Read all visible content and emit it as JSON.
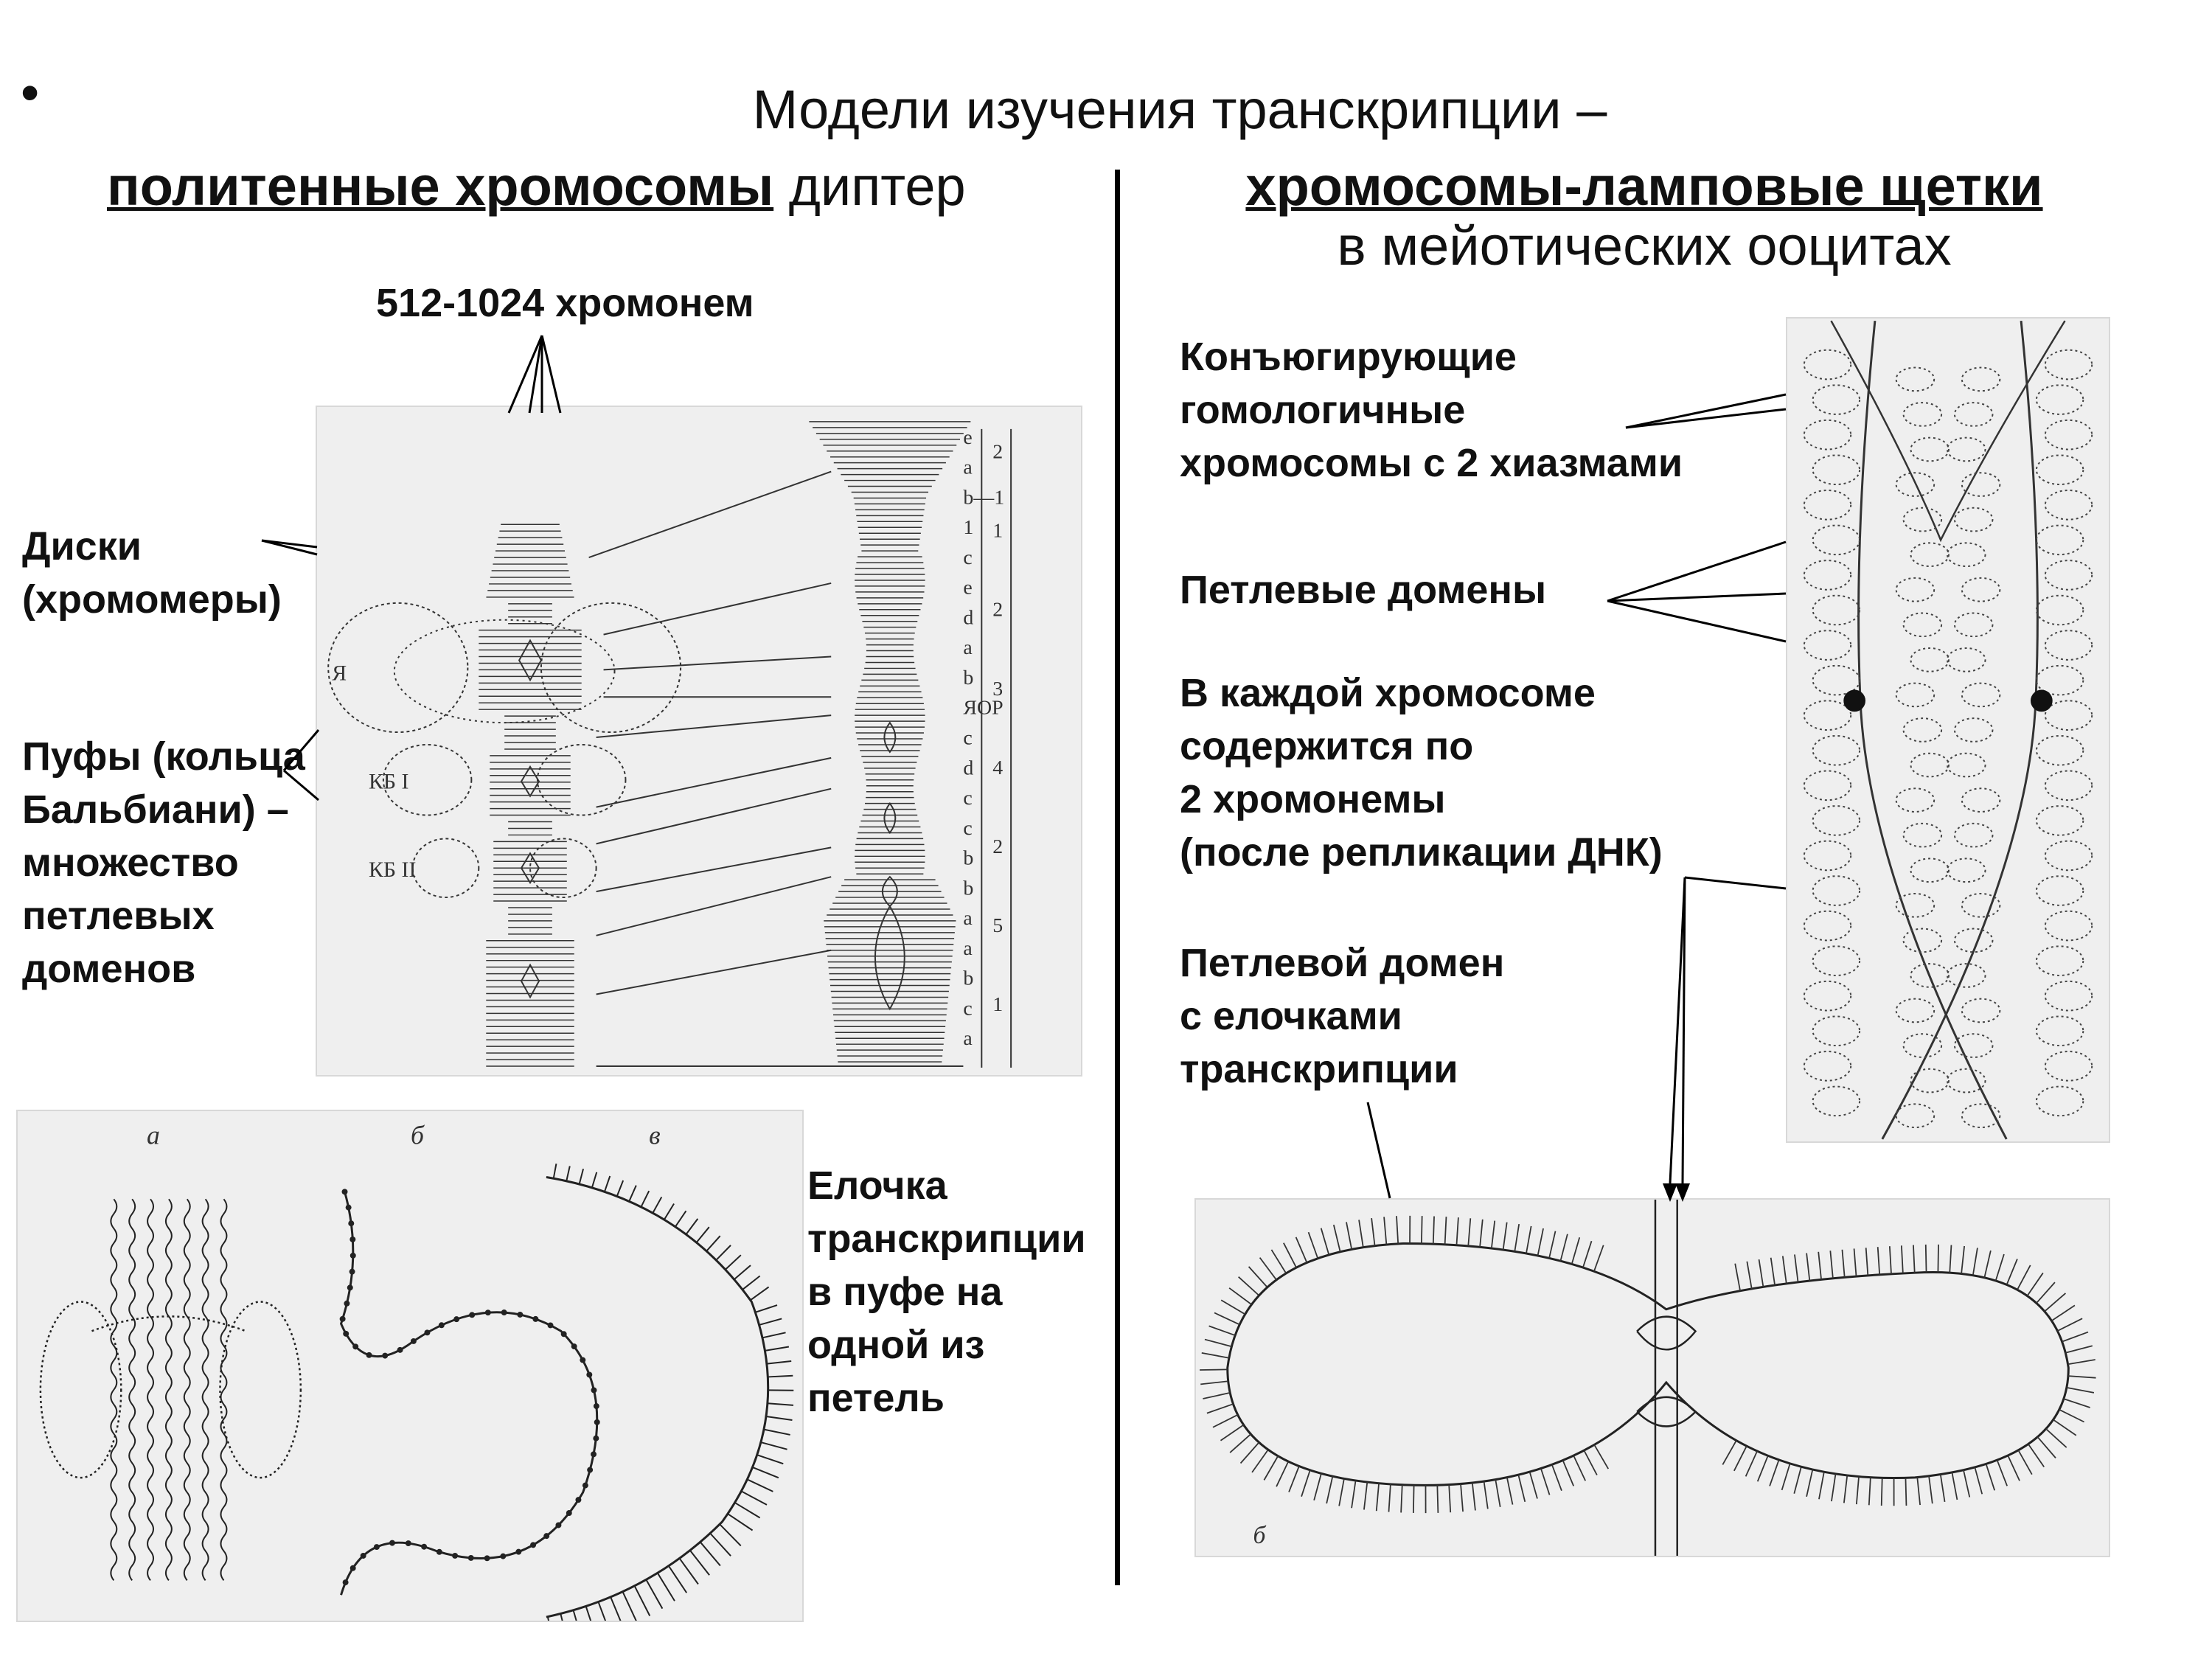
{
  "slide": {
    "bullet": "•",
    "title": "Модели изучения транскрипции –",
    "left_heading": {
      "bold": "политенные хромосомы",
      "rest": " диптер"
    },
    "right_heading": {
      "bold": "хромосомы-ламповые щетки",
      "line2": "в мейотических ооцитах"
    }
  },
  "left_labels": {
    "chromonemes": "512-1024 хромонем",
    "disks": [
      "Диски",
      "(хромомеры)"
    ],
    "puffs": [
      "Пуфы (кольца",
      "Бальбиани) –",
      "множество",
      "петлевых",
      "доменов"
    ],
    "tree_caption": [
      "Елочка",
      "транскрипции",
      "в пуфе на",
      "одной из",
      "петель"
    ]
  },
  "right_labels": {
    "conjugating": [
      "Конъюгирующие",
      "гомологичные",
      "хромосомы с 2 хиазмами"
    ],
    "loop_domains": "Петлевые домены",
    "each_chromosome": [
      "В каждой хромосоме",
      "содержится по",
      "2 хромонемы",
      "(после репликации ДНК)"
    ],
    "loop_domain_trees": [
      "Петлевой домен",
      "с елочками",
      "транскрипции"
    ]
  },
  "figure_polytene": {
    "side_labels": [
      "Я",
      "КБ I",
      "КБ II"
    ],
    "band_letters": [
      "e",
      "a",
      "b—1",
      "1",
      "c",
      "e",
      "d",
      "a",
      "b",
      "ЯОР",
      "c",
      "d",
      "c",
      "c",
      "b",
      "b",
      "a",
      "a",
      "b",
      "c",
      "a"
    ],
    "section_numbers": [
      "2",
      "1",
      "2",
      "3",
      "4",
      "2",
      "5",
      "1"
    ]
  },
  "figure_trees": {
    "panel_letters": [
      "а",
      "б",
      "в"
    ]
  },
  "figure_loop": {
    "panel_letter": "б"
  }
}
